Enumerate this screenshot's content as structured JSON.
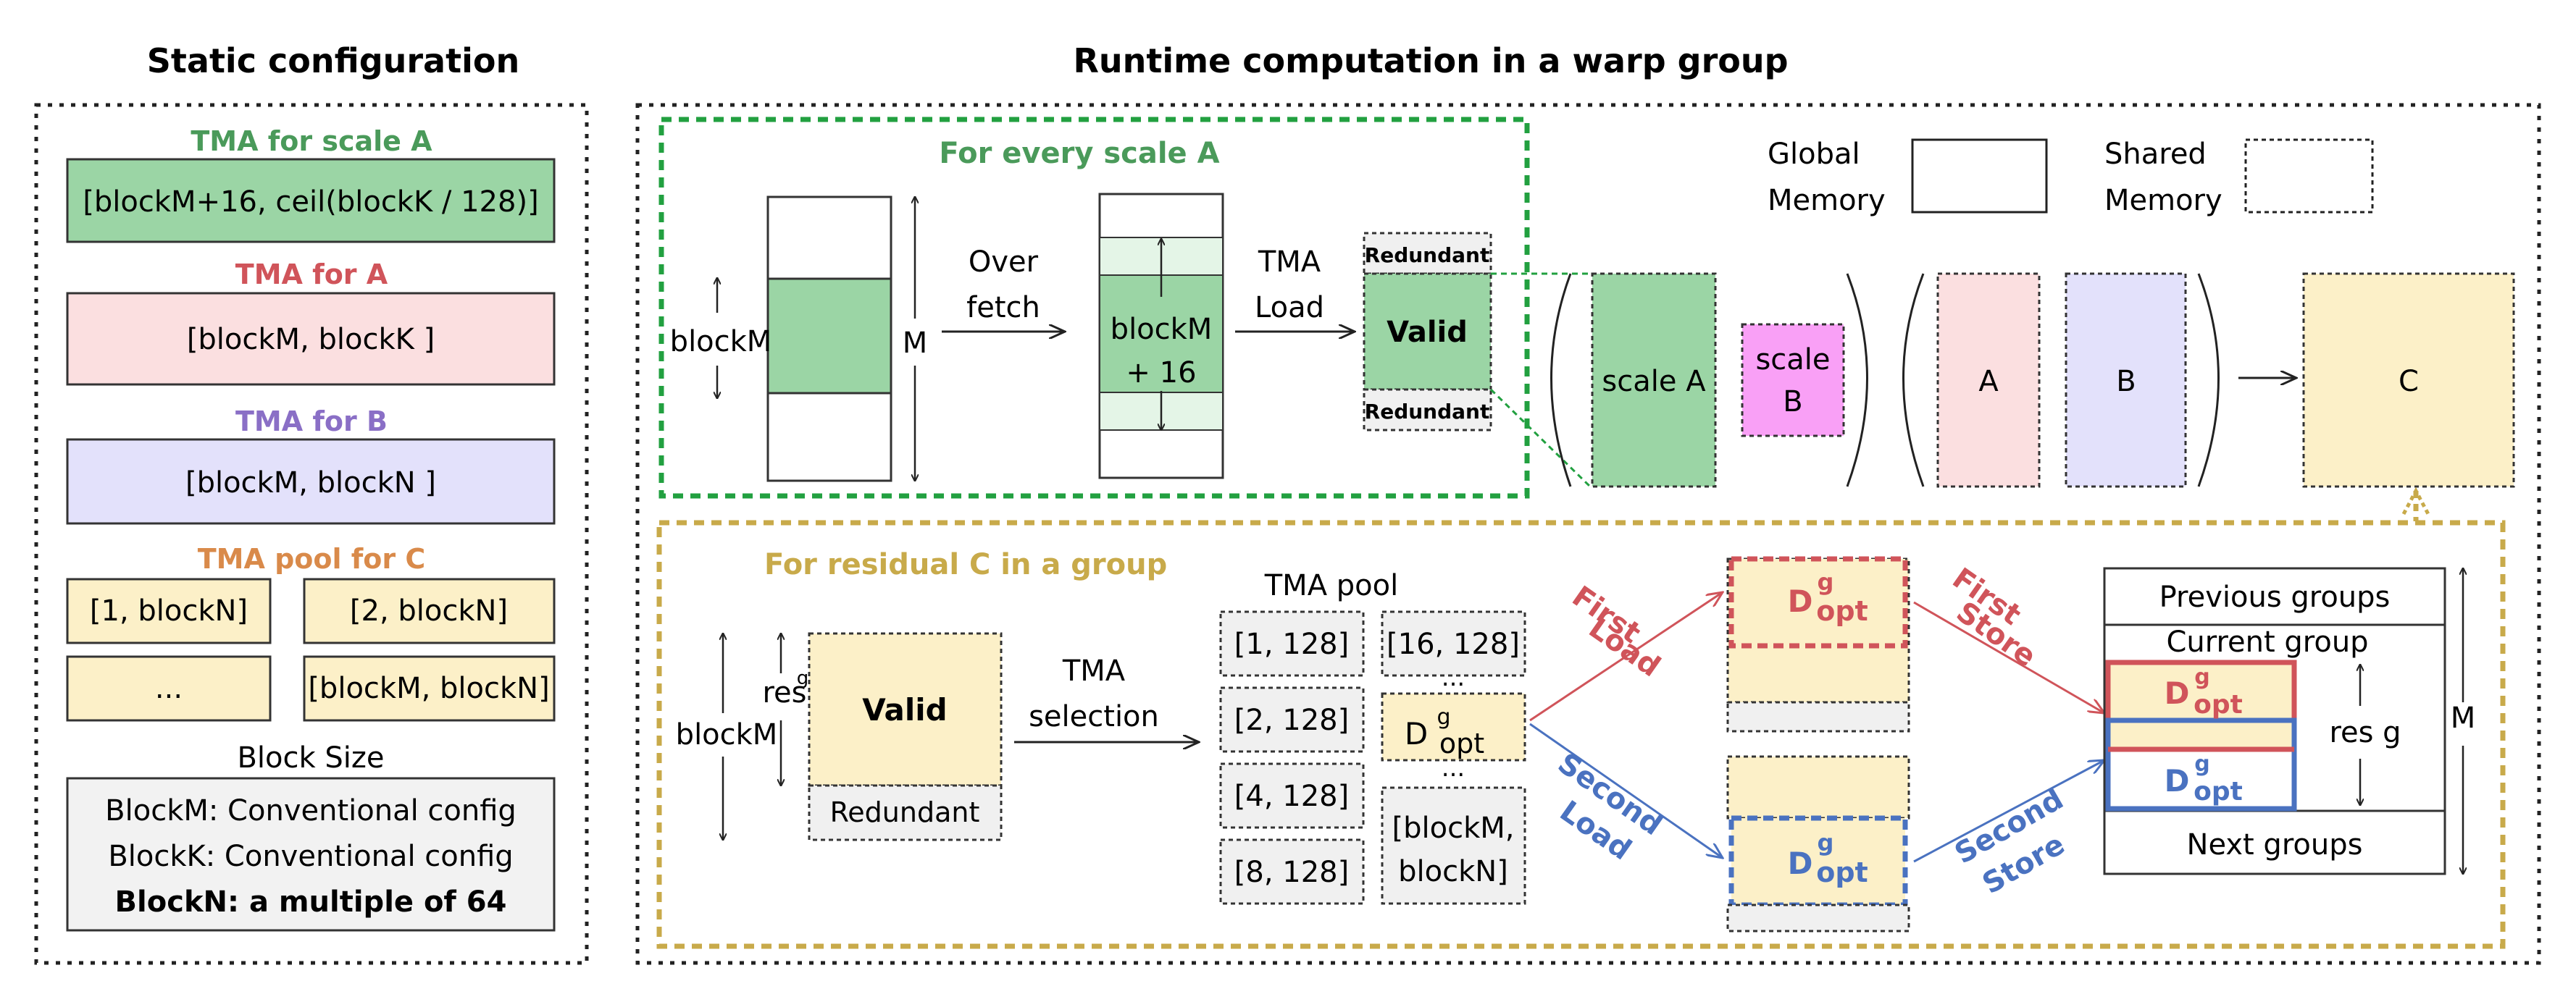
{
  "titles": {
    "left": "Static configuration",
    "right": "Runtime computation in a warp group"
  },
  "static": {
    "scaleA_label": "TMA for scale A",
    "scaleA_box": "[blockM+16, ceil(blockK / 128)]",
    "A_label": "TMA for A",
    "A_box": "[blockM, blockK ]",
    "B_label": "TMA for B",
    "B_box": "[blockM, blockN ]",
    "poolC_label": "TMA pool for C",
    "pool_items": [
      "[1, blockN]",
      "[2, blockN]",
      "...",
      "[blockM, blockN]"
    ],
    "block_size_title": "Block Size",
    "block_lines": [
      "BlockM: Conventional config",
      "BlockK: Conventional config",
      "BlockN: a multiple of 64"
    ]
  },
  "scaleA_section": {
    "title": "For every scale A",
    "blockM": "blockM",
    "M": "M",
    "overfetch": [
      "Over",
      "fetch"
    ],
    "block16": [
      "blockM",
      "+ 16"
    ],
    "tmaload": [
      "TMA",
      "Load"
    ],
    "redundant": "Redundant",
    "valid": "Valid"
  },
  "legend": {
    "global": [
      "Global",
      "Memory"
    ],
    "shared": [
      "Shared",
      "Memory"
    ]
  },
  "gemm": {
    "scaleA": "scale A",
    "scaleB": [
      "scale",
      "B"
    ],
    "A": "A",
    "B": "B",
    "C": "C"
  },
  "residual": {
    "title": "For residual C in a group",
    "blockM": "blockM",
    "res": "res",
    "g": "g",
    "valid": "Valid",
    "redundant": "Redundant",
    "tma_selection": [
      "TMA",
      "selection"
    ],
    "pool_title": "TMA pool",
    "pool_left": [
      "[1, 128]",
      "[2, 128]",
      "[4, 128]",
      "[8, 128]"
    ],
    "pool_right_top": "[16, 128]",
    "pool_right_bottom": [
      "[blockM,",
      "blockN]"
    ],
    "dots": "...",
    "D": "D",
    "opt": "opt",
    "first_load": [
      "First",
      "Load"
    ],
    "second_load": [
      "Second",
      "Load"
    ],
    "first_store": [
      "First",
      "Store"
    ],
    "second_store": [
      "Second",
      "Store"
    ],
    "previous_groups": "Previous groups",
    "current_group": "Current group",
    "next_groups": "Next groups",
    "res_g": "res g",
    "M": "M"
  },
  "colors": {
    "green": "#9bd5a5",
    "green_text": "#4a9a5a",
    "pink": "#fbdfe0",
    "red_text": "#d0545a",
    "lavender": "#e3e1fb",
    "purple_text": "#8a6fc6",
    "yellow": "#fcf0c8",
    "orange_text": "#d98a4a",
    "gold": "#c8aa4a",
    "magenta": "#f9a0f6",
    "blue": "#4a72c0",
    "gray_fill": "#f0f0f0"
  }
}
